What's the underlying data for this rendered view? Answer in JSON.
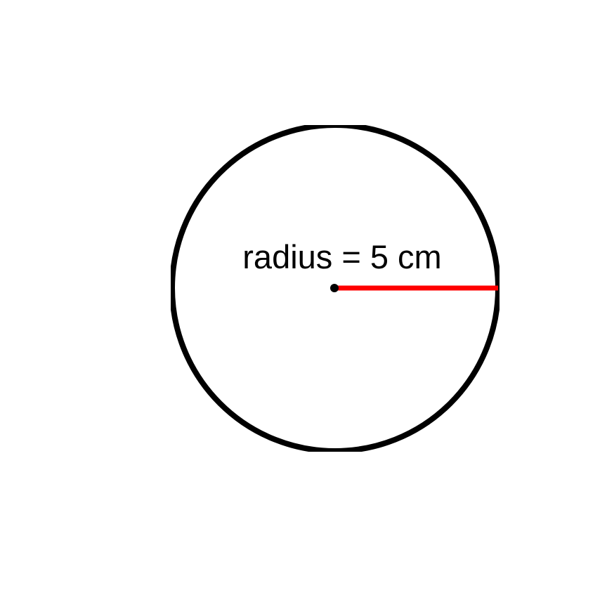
{
  "diagram": {
    "label": "radius = 5 cm",
    "colors": {
      "background": "#ffffff",
      "circle_outline": "#000000",
      "radius_line": "#ff0000",
      "center_point": "#000000",
      "label_text": "#000000"
    },
    "radius_value": 5,
    "radius_unit": "cm"
  }
}
